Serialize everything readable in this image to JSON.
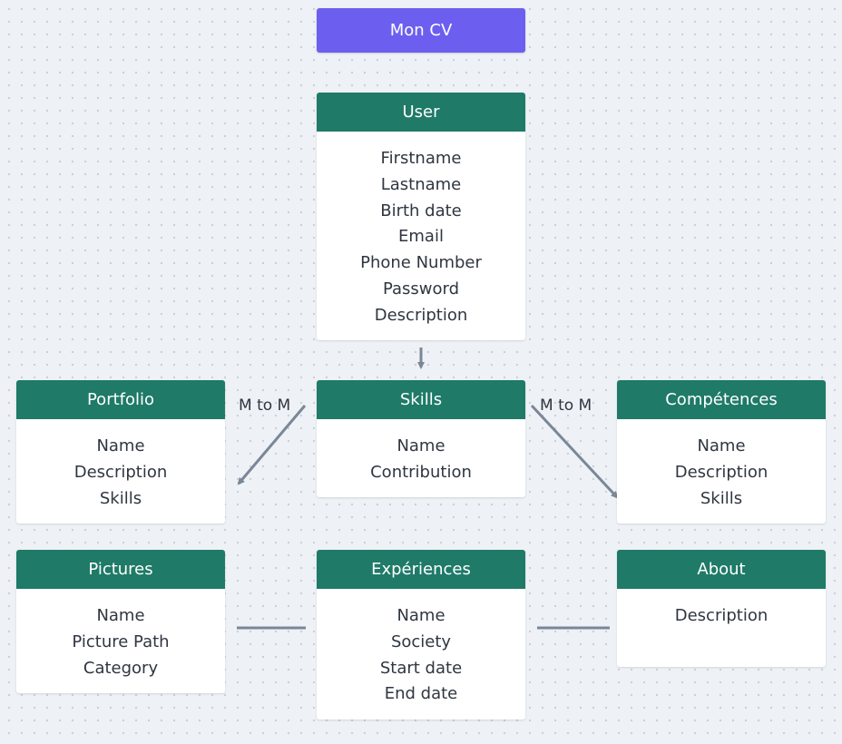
{
  "title": "Mon CV",
  "entities": {
    "user": {
      "name": "User",
      "fields": [
        "Firstname",
        "Lastname",
        "Birth date",
        "Email",
        "Phone Number",
        "Password",
        "Description"
      ]
    },
    "portfolio": {
      "name": "Portfolio",
      "fields": [
        "Name",
        "Description",
        "Skills"
      ]
    },
    "skills": {
      "name": "Skills",
      "fields": [
        "Name",
        "Contribution"
      ]
    },
    "competences": {
      "name": "Compétences",
      "fields": [
        "Name",
        "Description",
        "Skills"
      ]
    },
    "pictures": {
      "name": "Pictures",
      "fields": [
        "Name",
        "Picture Path",
        "Category"
      ]
    },
    "experiences": {
      "name": "Expériences",
      "fields": [
        "Name",
        "Society",
        "Start date",
        "End date"
      ]
    },
    "about": {
      "name": "About",
      "fields": [
        "Description"
      ]
    }
  },
  "relations": {
    "skills_portfolio": "M to M",
    "skills_competences": "M to M"
  },
  "colors": {
    "title_bg": "#6c5ff0",
    "entity_header": "#1f7a68",
    "connector": "#7a8797"
  }
}
